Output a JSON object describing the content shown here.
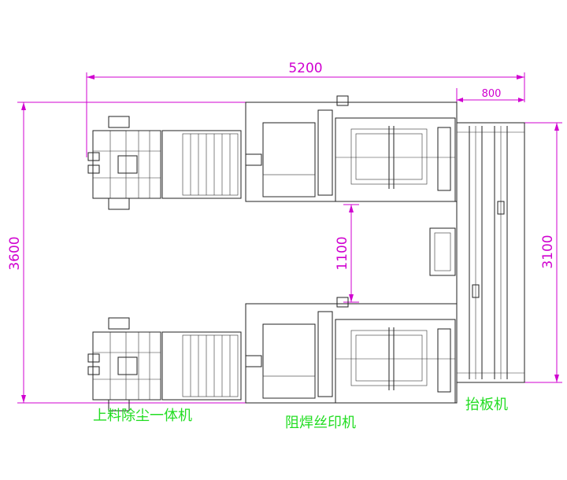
{
  "dimensions": {
    "overall_length": "5200",
    "overall_width": "3600",
    "lifter_width": "800",
    "lifter_length": "3100",
    "line_gap": "1100"
  },
  "labels": {
    "loader_cleaner": "上料除尘一体机",
    "solder_mask_printer": "阻焊丝印机",
    "board_lifter": "抬板机"
  },
  "colors": {
    "dimension": "#d000d0",
    "label": "#22dd22",
    "linework": "#222222"
  }
}
